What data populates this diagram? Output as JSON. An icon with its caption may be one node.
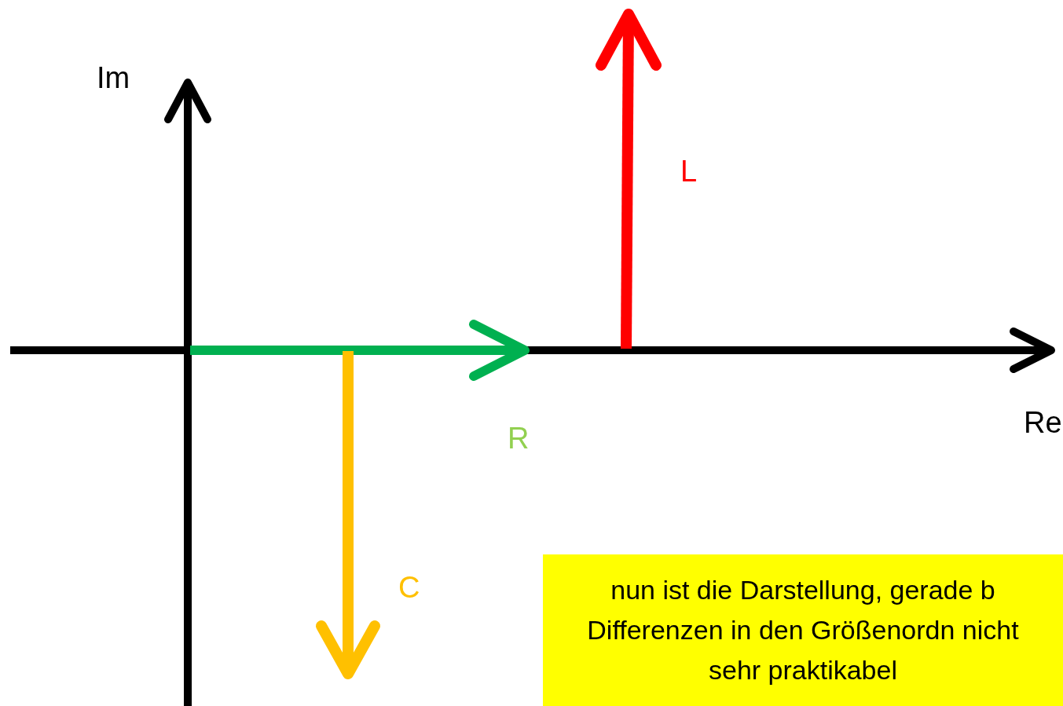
{
  "diagram": {
    "nodes": [
      {
        "text": [
          "nun ist die Darstellung, gerade b Differenzen in den Größenordn nicht sehr praktikabel"
        ]
      }
    ],
    "labels": [
      "Im",
      "L",
      "Re",
      "R",
      "C"
    ]
  }
}
